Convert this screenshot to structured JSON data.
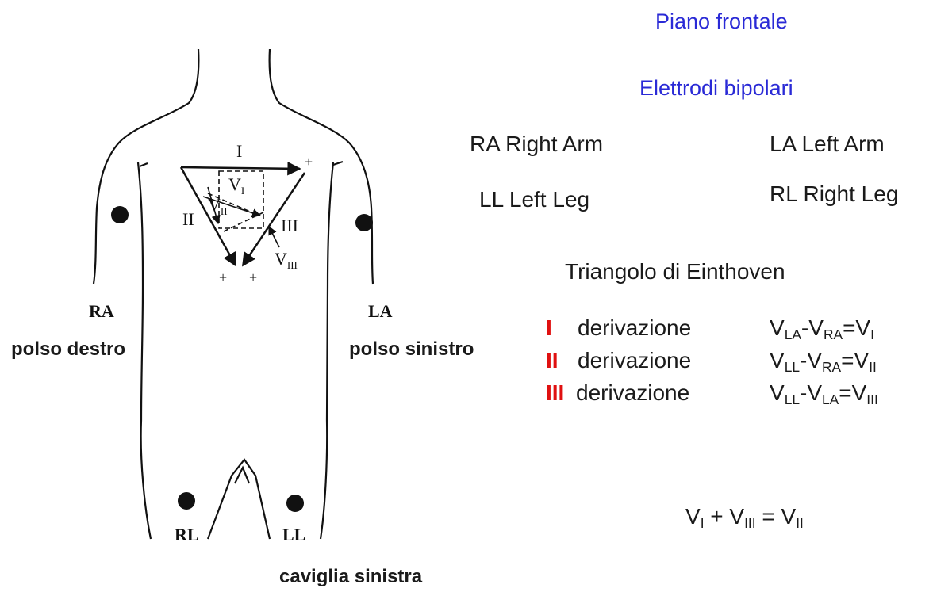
{
  "header": {
    "plane": "Piano frontale",
    "electrodes": "Elettrodi bipolari"
  },
  "legend": {
    "ra": "RA Right Arm",
    "la": "LA Left Arm",
    "ll": "LL Left Leg",
    "rl": "RL Right Leg"
  },
  "triangle_title": "Triangolo di Einthoven",
  "derivations": [
    {
      "numeral": "I",
      "word": "derivazione",
      "eq": {
        "a": "V",
        "a_sub": "LA",
        "b": "V",
        "b_sub": "RA",
        "c": "V",
        "c_sub": "I"
      }
    },
    {
      "numeral": "II",
      "word": "derivazione",
      "eq": {
        "a": "V",
        "a_sub": "LL",
        "b": "V",
        "b_sub": "RA",
        "c": "V",
        "c_sub": "II"
      }
    },
    {
      "numeral": "III",
      "word": "derivazione",
      "eq": {
        "a": "V",
        "a_sub": "LL",
        "b": "V",
        "b_sub": "LA",
        "c": "V",
        "c_sub": "III"
      }
    }
  ],
  "sum_equation": {
    "v1_sub": "I",
    "v2_sub": "III",
    "v3_sub": "II"
  },
  "body_labels": {
    "ra": "RA",
    "la": "LA",
    "rl": "RL",
    "ll": "LL",
    "polso_destro": "polso destro",
    "polso_sinistro": "polso sinistro",
    "caviglia": "caviglia sinistra",
    "lead_i": "I",
    "lead_ii": "II",
    "lead_iii": "III",
    "vec_v": "V",
    "vec_i_sub": "I",
    "vec_ii_sub": "II",
    "vec_iii_sub": "III",
    "plus": "+"
  }
}
